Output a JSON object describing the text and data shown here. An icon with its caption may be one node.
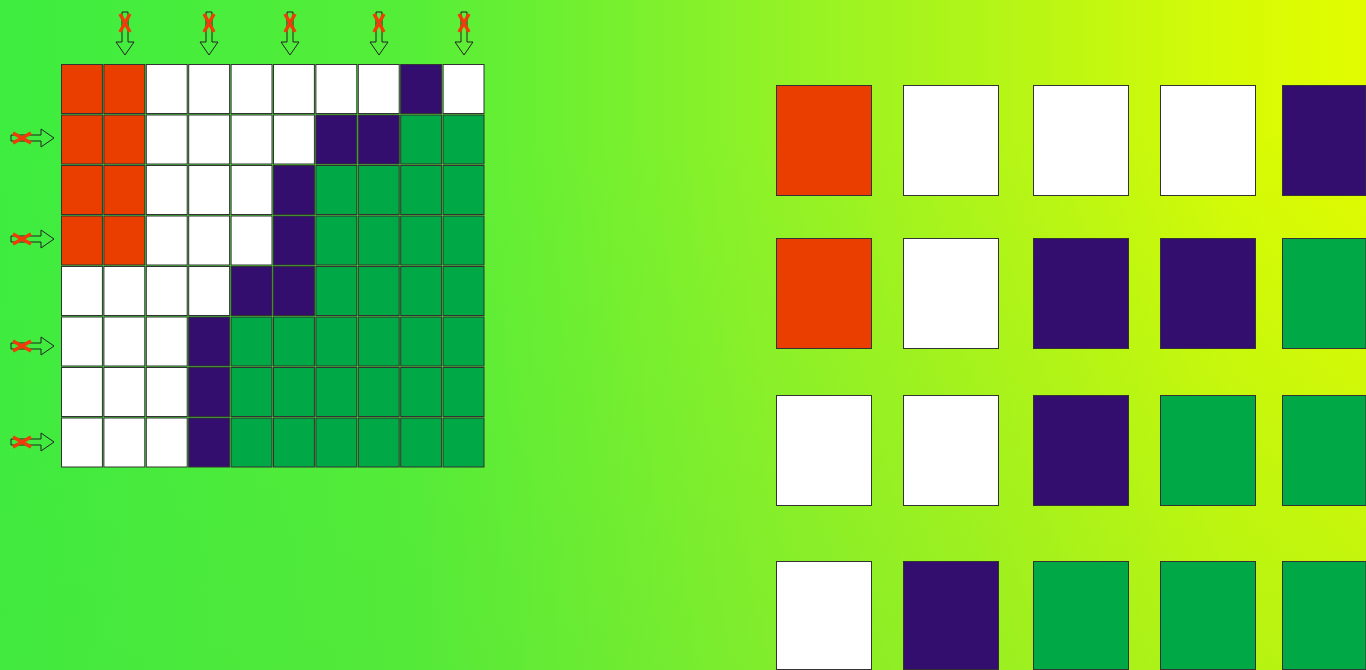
{
  "diagram": {
    "nodes": [
      {
        "text": [],
        "shape": "box"
      },
      {
        "text": [],
        "shape": "box"
      },
      {
        "text": [],
        "shape": "box"
      },
      {
        "text": [],
        "shape": "box"
      },
      {
        "text": [],
        "shape": "box"
      },
      {
        "text": [],
        "shape": "box"
      },
      {
        "text": [],
        "shape": "box"
      },
      {
        "text": [],
        "shape": "box"
      },
      {
        "text": [],
        "shape": "box"
      },
      {
        "text": [],
        "shape": "box"
      },
      {
        "text": [],
        "shape": "box"
      },
      {
        "text": [],
        "shape": "box"
      },
      {
        "text": [],
        "shape": "box"
      },
      {
        "text": [],
        "shape": "box"
      },
      {
        "text": [],
        "shape": "box"
      },
      {
        "text": [],
        "shape": "box"
      },
      {
        "text": [],
        "shape": "box"
      },
      {
        "text": [],
        "shape": "box"
      },
      {
        "text": [],
        "shape": "box"
      },
      {
        "text": [],
        "shape": "box"
      },
      {
        "text": [],
        "shape": "box"
      },
      {
        "text": [],
        "shape": "box"
      },
      {
        "text": [],
        "shape": "box"
      },
      {
        "text": [],
        "shape": "box"
      },
      {
        "text": [],
        "shape": "box"
      },
      {
        "text": [],
        "shape": "box"
      },
      {
        "text": [],
        "shape": "box"
      },
      {
        "text": [],
        "shape": "box"
      },
      {
        "text": [],
        "shape": "box"
      },
      {
        "text": [],
        "shape": "box"
      },
      {
        "text": [],
        "shape": "box"
      },
      {
        "text": [],
        "shape": "box"
      },
      {
        "text": [],
        "shape": "box"
      },
      {
        "text": [],
        "shape": "box"
      },
      {
        "text": [],
        "shape": "box"
      },
      {
        "text": [],
        "shape": "box"
      },
      {
        "text": [],
        "shape": "box"
      },
      {
        "text": [],
        "shape": "box"
      },
      {
        "text": [],
        "shape": "box"
      },
      {
        "text": [],
        "shape": "box"
      },
      {
        "text": [],
        "shape": "box"
      },
      {
        "text": [],
        "shape": "box"
      },
      {
        "text": [],
        "shape": "box"
      },
      {
        "text": [],
        "shape": "box"
      },
      {
        "text": [],
        "shape": "box"
      },
      {
        "text": [],
        "shape": "box"
      },
      {
        "text": [],
        "shape": "box"
      },
      {
        "text": [],
        "shape": "box"
      },
      {
        "text": [],
        "shape": "box"
      },
      {
        "text": [],
        "shape": "box"
      },
      {
        "text": [],
        "shape": "box"
      },
      {
        "text": [],
        "shape": "box"
      },
      {
        "text": [],
        "shape": "box"
      },
      {
        "text": [],
        "shape": "box"
      },
      {
        "text": [],
        "shape": "box"
      },
      {
        "text": [],
        "shape": "box"
      },
      {
        "text": [],
        "shape": "box"
      },
      {
        "text": [],
        "shape": "box"
      },
      {
        "text": [],
        "shape": "box"
      },
      {
        "text": [],
        "shape": "box"
      },
      {
        "text": [],
        "shape": "box"
      },
      {
        "text": [],
        "shape": "box"
      },
      {
        "text": [],
        "shape": "box"
      },
      {
        "text": [],
        "shape": "box"
      },
      {
        "text": [],
        "shape": "box"
      },
      {
        "text": [],
        "shape": "box"
      },
      {
        "text": [],
        "shape": "box"
      },
      {
        "text": [],
        "shape": "box"
      },
      {
        "text": [],
        "shape": "box"
      },
      {
        "text": [],
        "shape": "box"
      },
      {
        "text": [],
        "shape": "box"
      },
      {
        "text": [],
        "shape": "box"
      },
      {
        "text": [],
        "shape": "box"
      },
      {
        "text": [],
        "shape": "box"
      },
      {
        "text": [],
        "shape": "box"
      },
      {
        "text": [],
        "shape": "box"
      },
      {
        "text": [],
        "shape": "box"
      },
      {
        "text": [],
        "shape": "box"
      },
      {
        "text": [],
        "shape": "box"
      },
      {
        "text": [],
        "shape": "box"
      },
      {
        "text": [],
        "shape": "box"
      },
      {
        "text": [],
        "shape": "box"
      },
      {
        "text": [],
        "shape": "box"
      },
      {
        "text": [],
        "shape": "box"
      },
      {
        "text": [],
        "shape": "box"
      },
      {
        "text": [],
        "shape": "box"
      },
      {
        "text": [],
        "shape": "box"
      },
      {
        "text": [],
        "shape": "box"
      },
      {
        "text": [],
        "shape": "box"
      },
      {
        "text": [],
        "shape": "box"
      },
      {
        "text": [],
        "shape": "box"
      },
      {
        "text": [],
        "shape": "box"
      },
      {
        "text": [],
        "shape": "box"
      },
      {
        "text": [],
        "shape": "box"
      },
      {
        "text": [],
        "shape": "box"
      },
      {
        "text": [],
        "shape": "box"
      },
      {
        "text": [],
        "shape": "box"
      },
      {
        "text": [],
        "shape": "box"
      },
      {
        "text": [],
        "shape": "box"
      },
      {
        "text": [],
        "shape": "box"
      }
    ]
  }
}
